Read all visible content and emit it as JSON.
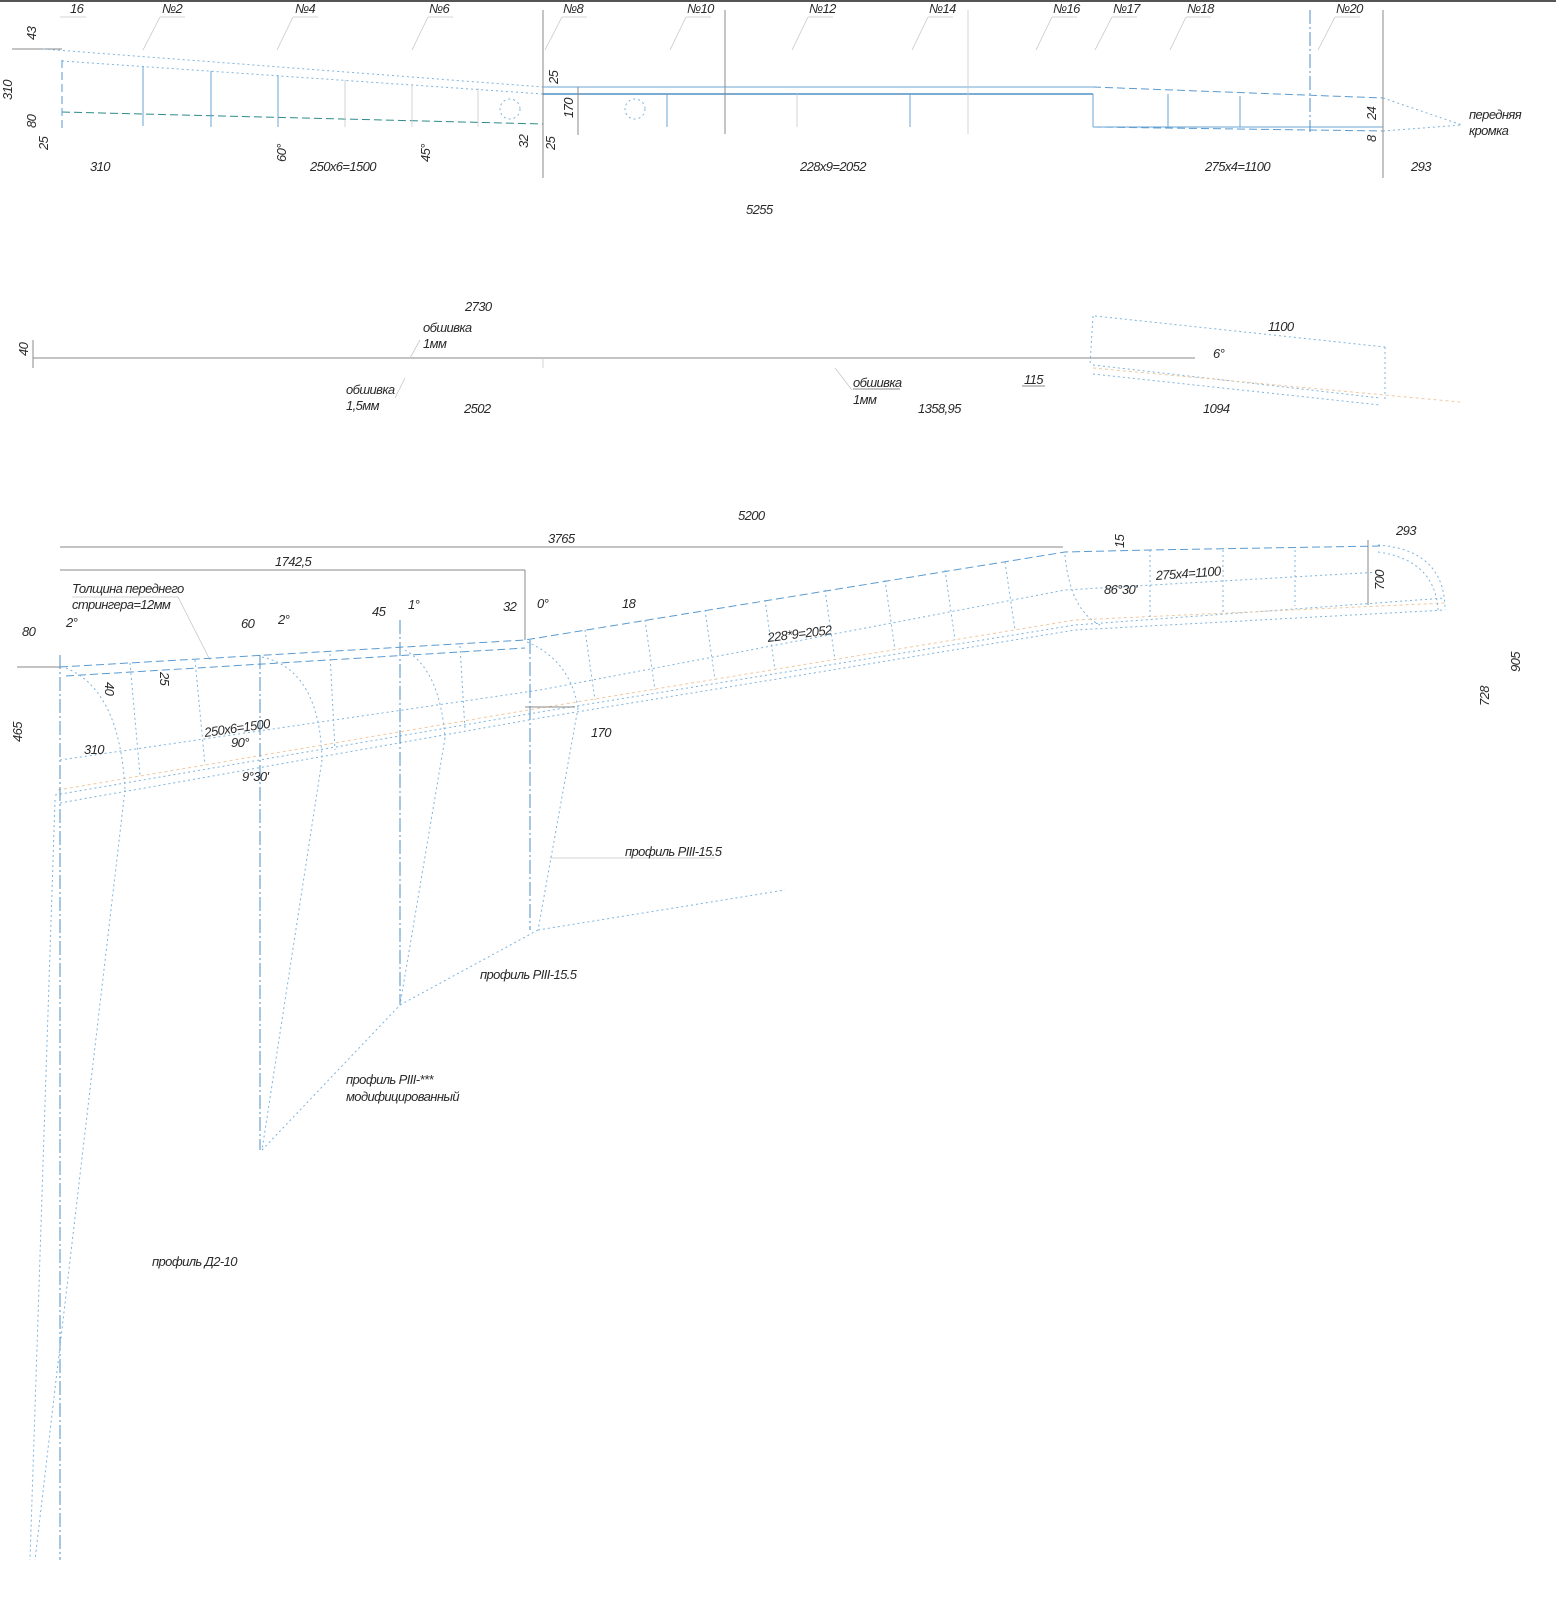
{
  "top_view": {
    "stations": [
      "16",
      "№2",
      "№4",
      "№6",
      "№8",
      "№10",
      "№12",
      "№14",
      "№16",
      "№17",
      "№18",
      "№20"
    ],
    "dims": {
      "d43": "43",
      "d310v": "310",
      "d80": "80",
      "d25a": "25",
      "a60": "60°",
      "a45": "45°",
      "d32": "32",
      "d25b": "25",
      "d170": "170",
      "d25c": "25",
      "d24": "24",
      "d8": "8",
      "root": "310",
      "seg1": "250x6=1500",
      "seg2": "228x9=2052",
      "seg3": "275x4=1100",
      "tip": "293",
      "total": "5255"
    },
    "leading_edge_label": [
      "передняя",
      "кромка"
    ]
  },
  "skin_view": {
    "d40": "40",
    "d2730": "2730",
    "skin1": [
      "обшивка",
      "1мм"
    ],
    "skin15": [
      "обшивка",
      "1,5мм"
    ],
    "d2502": "2502",
    "skin1b": [
      "обшивка",
      "1мм"
    ],
    "d1358": "1358,95",
    "d115": "115",
    "a6": "6°",
    "d1100": "1100",
    "d1094": "1094"
  },
  "plan_view": {
    "d5200": "5200",
    "d3765": "3765",
    "d1742": "1742,5",
    "note": [
      "Толщина переднего",
      "стрингера=12мм"
    ],
    "d80": "80",
    "a2a": "2°",
    "d60": "60",
    "a2b": "2°",
    "d45": "45",
    "a1": "1°",
    "d32": "32",
    "a0": "0°",
    "d18": "18",
    "seg2": "228*9=2052",
    "seg1": "250x6=1500",
    "a90": "90°",
    "d310": "310",
    "a930": "9°30'",
    "d40": "40",
    "d25": "25",
    "d465": "465",
    "d170": "170",
    "d15": "15",
    "a8630": "86°30'",
    "seg3": "275x4=1100",
    "d700": "700",
    "d293": "293",
    "d905": "905",
    "d728": "728",
    "profiles": {
      "p1": "профиль PIII-15.5",
      "p2": "профиль PIII-15.5",
      "p3": [
        "профиль PIII-***",
        "модифицированный"
      ],
      "p4": "профиль Д2-10"
    }
  }
}
